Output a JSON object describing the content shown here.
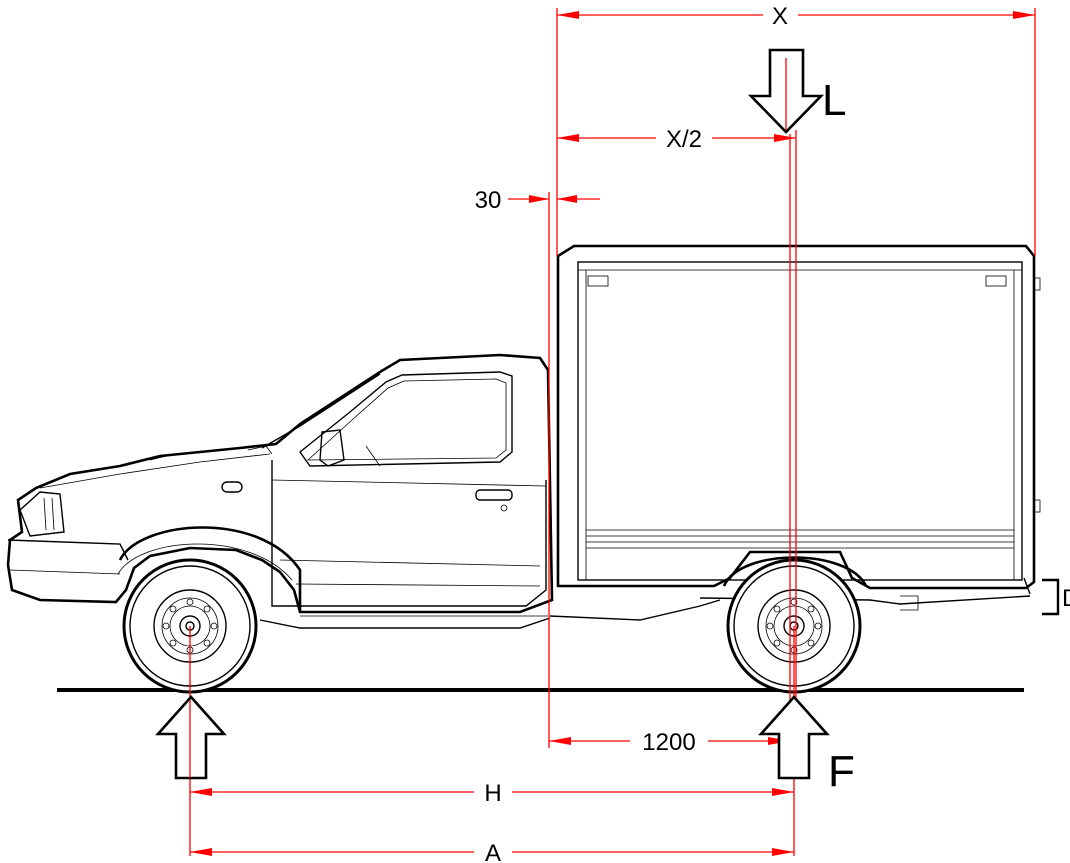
{
  "diagram": {
    "dimensions": {
      "box_length": "X",
      "half_box": "X/2",
      "gap": "30",
      "overhang": "1200",
      "h_length": "H",
      "wheelbase": "A",
      "d_label": "D"
    },
    "forces": {
      "load": "L",
      "reaction": "F"
    }
  }
}
